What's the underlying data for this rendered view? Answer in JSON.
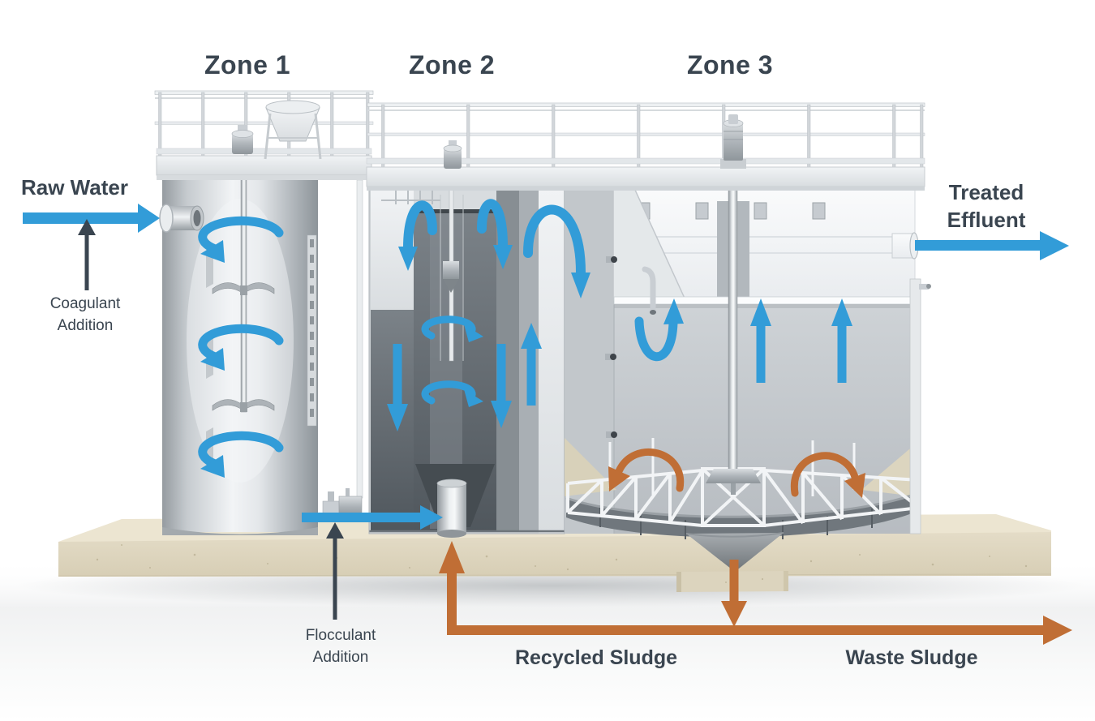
{
  "diagram": {
    "type": "process-flow-cutaway",
    "subject": "Three-zone water treatment clarifier with sludge recycle",
    "zones": [
      {
        "id": "zone1",
        "label": "Zone 1"
      },
      {
        "id": "zone2",
        "label": "Zone 2"
      },
      {
        "id": "zone3",
        "label": "Zone 3"
      }
    ],
    "streams": {
      "raw_water": "Raw Water",
      "coagulant_addition": "Coagulant Addition",
      "flocculant_addition": "Flocculant Addition",
      "treated_effluent": "Treated Effluent",
      "recycled_sludge": "Recycled Sludge",
      "waste_sludge": "Waste Sludge"
    },
    "colors": {
      "label_text": "#3A4550",
      "water_flow_arrow": "#329CD8",
      "sludge_flow_arrow": "#C06E35",
      "chemical_addition_arrow": "#3A4550",
      "concrete_base": "#E7DFCB",
      "tank_metal": "#D8DCDF"
    }
  }
}
